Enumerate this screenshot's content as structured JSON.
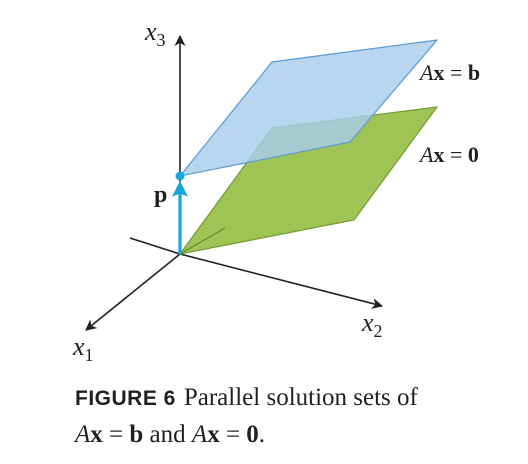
{
  "axes": {
    "x1": {
      "var": "x",
      "sub": "1"
    },
    "x2": {
      "var": "x",
      "sub": "2"
    },
    "x3": {
      "var": "x",
      "sub": "3"
    }
  },
  "planes": {
    "upper": {
      "A": "A",
      "x": "x",
      "eq": " = ",
      "rhs": "b",
      "color": "#a9cdee"
    },
    "lower": {
      "A": "A",
      "x": "x",
      "eq": " = ",
      "rhs": "0",
      "color": "#9fc456"
    }
  },
  "vector": {
    "label": "p",
    "color": "#18a5dc"
  },
  "caption": {
    "label": "FIGURE 6",
    "line1": "Parallel solution sets of",
    "A1": "A",
    "x1": "x",
    "eq1": " = ",
    "b": "b",
    "and": " and ",
    "A2": "A",
    "x2": "x",
    "eq2": " = ",
    "zero": "0",
    "end": "."
  }
}
